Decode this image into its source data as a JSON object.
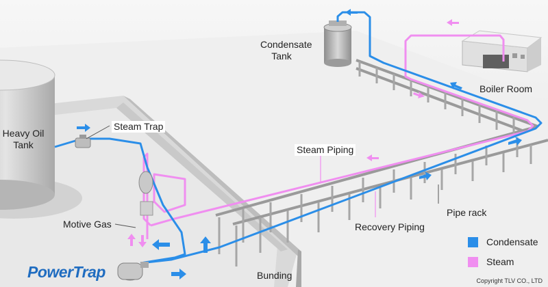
{
  "labels": {
    "condensate_tank": "Condensate\nTank",
    "boiler_room": "Boiler Room",
    "heavy_oil_tank": "Heavy Oil\nTank",
    "steam_trap": "Steam Trap",
    "steam_piping": "Steam Piping",
    "motive_gas": "Motive Gas",
    "recovery_piping": "Recovery Piping",
    "pipe_rack": "Pipe rack",
    "bunding": "Bunding"
  },
  "legend": {
    "condensate": "Condensate",
    "steam": "Steam"
  },
  "logo": "PowerTrap",
  "copyright": "Copyright TLV CO., LTD",
  "colors": {
    "condensate": "#2b8ee8",
    "steam": "#f08ef0",
    "logo": "#1f6cc0"
  }
}
